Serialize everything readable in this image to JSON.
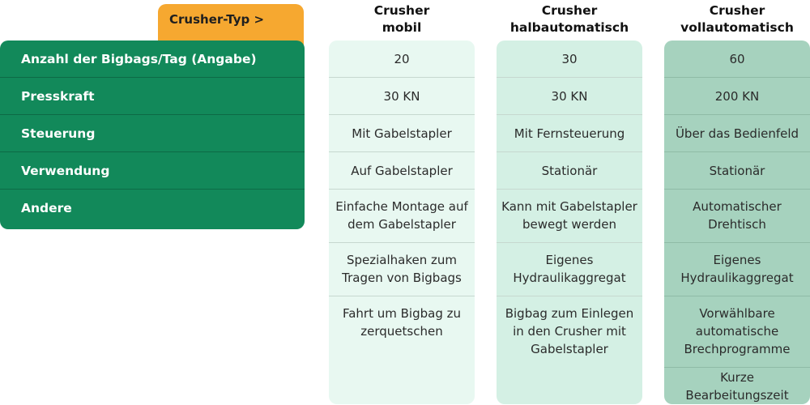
{
  "header": {
    "crusher_type_label": "Crusher-Typ >"
  },
  "rows": [
    "Anzahl der Bigbags/Tag (Angabe)",
    "Presskraft",
    "Steuerung",
    "Verwendung",
    "Andere"
  ],
  "columns": [
    {
      "title_line1": "Crusher",
      "title_line2": "mobil",
      "values": [
        "20",
        "30 KN",
        "Mit Gabelstapler",
        "Auf Gabelstapler"
      ],
      "other": [
        "Einfache Montage auf dem Gabelstapler",
        "Spezialhaken zum Tragen von Bigbags",
        "Fahrt um Bigbag zu zerquetschen"
      ]
    },
    {
      "title_line1": "Crusher",
      "title_line2": "halbautomatisch",
      "values": [
        "30",
        "30 KN",
        "Mit Fernsteuerung",
        "Stationär"
      ],
      "other": [
        "Kann mit Gabelstapler bewegt werden",
        "Eigenes Hydraulikaggregat",
        "Bigbag zum Einlegen in den Crusher mit Gabelstapler"
      ]
    },
    {
      "title_line1": "Crusher",
      "title_line2": "vollautomatisch",
      "values": [
        "60",
        "200 KN",
        "Über das Bedienfeld",
        "Stationär"
      ],
      "other": [
        "Automatischer Drehtisch",
        "Eigenes Hydraulikaggregat",
        "Vorwählbare automatische Brechprogramme",
        "Kurze Bearbeitungszeit"
      ]
    }
  ],
  "colors": {
    "row_header_bg": "#12895a",
    "tab_bg": "#f6a830",
    "col1_bg": "#e8f8f1",
    "col2_bg": "#d4f0e4",
    "col3_bg": "#a6d2be"
  }
}
